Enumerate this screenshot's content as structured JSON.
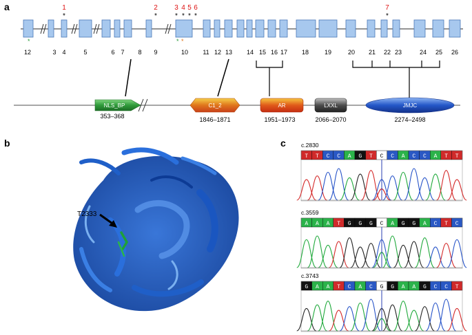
{
  "panels": {
    "a": "a",
    "b": "b",
    "c": "c"
  },
  "exons": {
    "count": 26,
    "labels": [
      "12",
      "3",
      "4",
      "5",
      "6",
      "7",
      "8",
      "9",
      "10",
      "11",
      "12",
      "13",
      "14",
      "15",
      "16",
      "17",
      "18",
      "19",
      "20",
      "21",
      "22",
      "23",
      "24",
      "25",
      "26"
    ],
    "color": "#a7c8ee",
    "edge": "#4a78b8"
  },
  "mutations": [
    "1",
    "2",
    "3",
    "4",
    "5",
    "6",
    "7"
  ],
  "domains": [
    {
      "name": "NLS_BP",
      "range": "353–368",
      "color": "#2f9a3a"
    },
    {
      "name": "C1_2",
      "range": "1846–1871",
      "color": "#e0761c"
    },
    {
      "name": "AR",
      "range": "1951–1973",
      "color": "#d54a16"
    },
    {
      "name": "LXXL",
      "range": "2066–2070",
      "color": "#555555"
    },
    {
      "name": "JMJC",
      "range": "2274–2498",
      "color": "#2457c8"
    }
  ],
  "structure": {
    "label": "T2333"
  },
  "chromatograms": [
    {
      "title": "c.2830",
      "bases": [
        "T",
        "T",
        "C",
        "C",
        "A",
        "G",
        "T",
        "C",
        "C",
        "A",
        "C",
        "C",
        "A",
        "T",
        "T"
      ]
    },
    {
      "title": "c.3559",
      "bases": [
        "A",
        "A",
        "A",
        "T",
        "G",
        "G",
        "G",
        "C",
        "A",
        "G",
        "G",
        "A",
        "C",
        "T",
        "C"
      ]
    },
    {
      "title": "c.3743",
      "bases": [
        "G",
        "A",
        "A",
        "T",
        "C",
        "A",
        "C",
        "G",
        "G",
        "A",
        "A",
        "G",
        "C",
        "C",
        "T"
      ]
    }
  ]
}
